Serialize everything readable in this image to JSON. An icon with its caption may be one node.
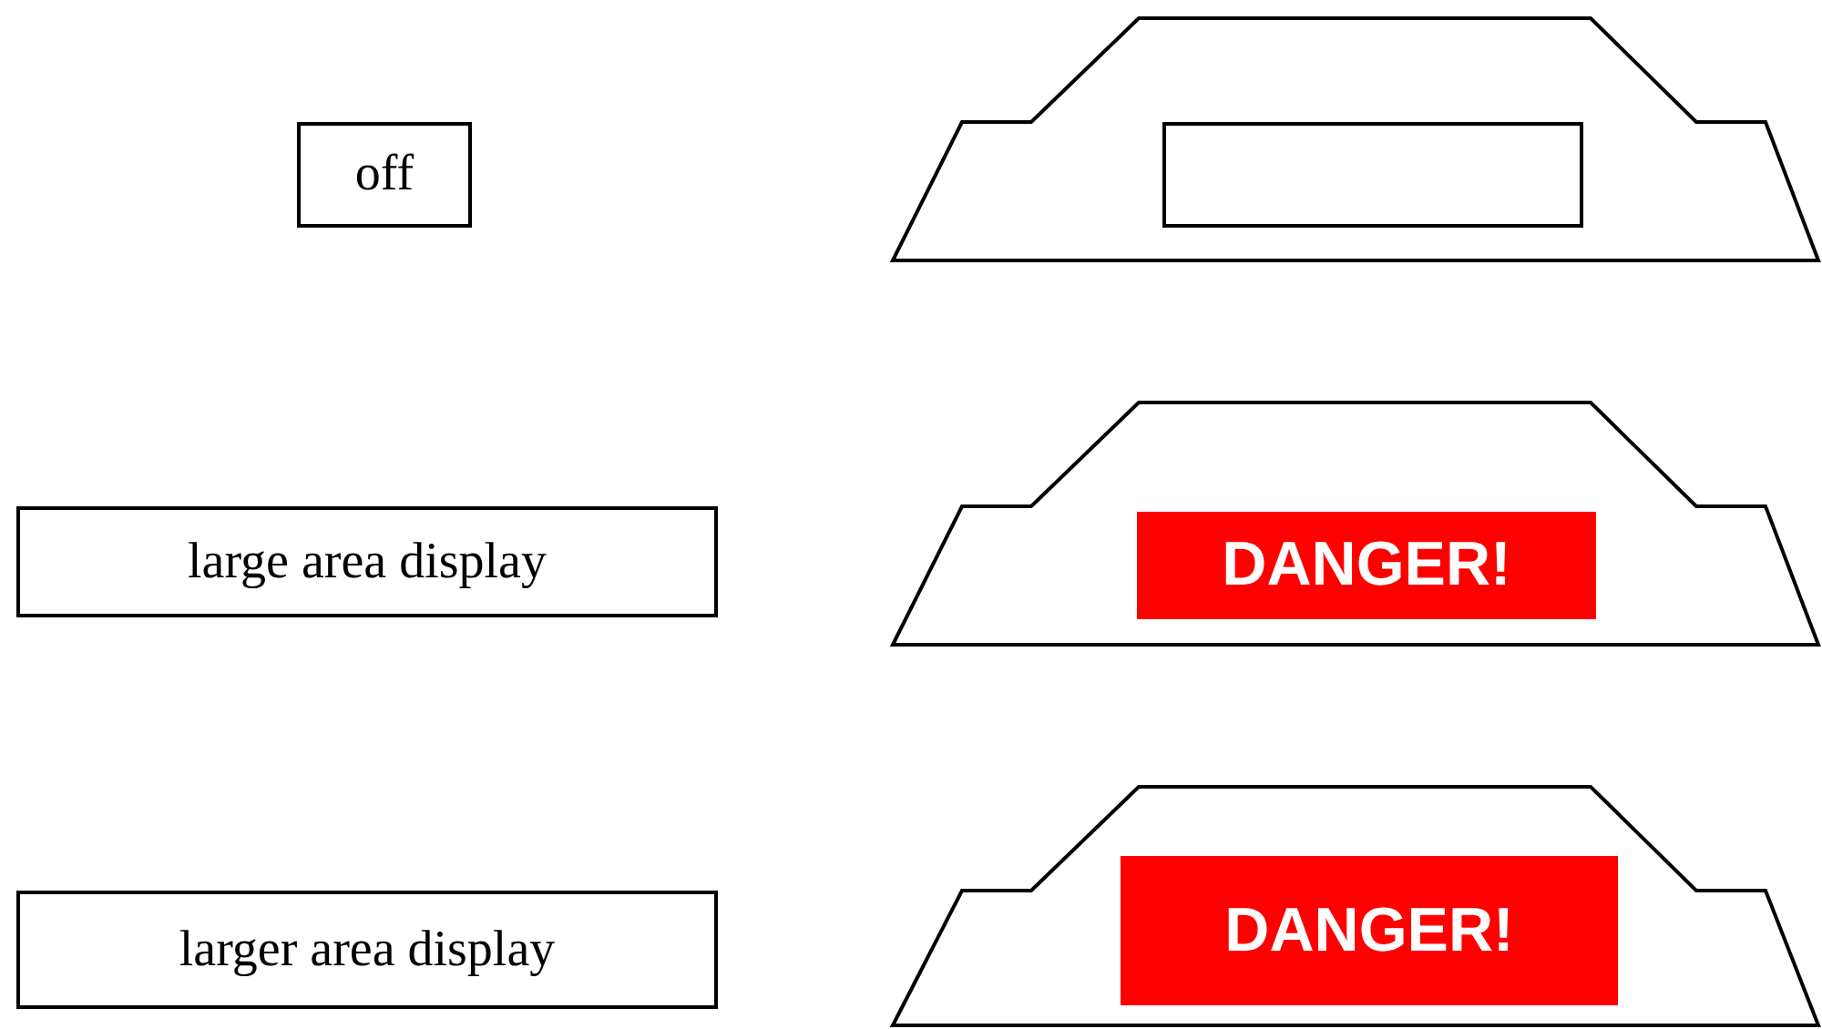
{
  "diagram": {
    "nodes": [
      {
        "text": [
          "off"
        ]
      },
      {
        "text": [],
        "shape": "trapezoid"
      },
      {
        "text": [],
        "shape": "box",
        "in": 1
      },
      {
        "text": [
          "large area display"
        ]
      },
      {
        "text": [],
        "shape": "trapezoid"
      },
      {
        "text": [
          "DANGER!"
        ],
        "in": 4
      },
      {
        "text": [
          "larger area display"
        ]
      },
      {
        "text": [],
        "shape": "trapezoid"
      },
      {
        "text": [
          "DANGER!"
        ],
        "in": 7
      }
    ]
  }
}
